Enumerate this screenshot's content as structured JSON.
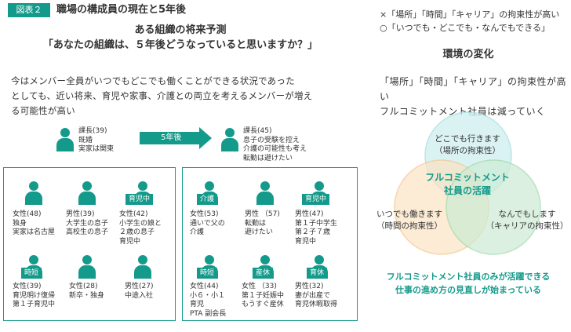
{
  "figure": {
    "badge": "図表２",
    "title": "職場の構成員の現在と5年後"
  },
  "subtitle": {
    "line1": "ある組織の将来予測",
    "line2": "「あなたの組織は、５年後どうなっていると思いますか？」"
  },
  "intro": {
    "line1": "今はメンバー全員がいつでもどこでも働くことができる状況であった",
    "line2": "としても、近い将来、育児や家事、介護との両立を考えるメンバーが増え",
    "line3": "る可能性が高い"
  },
  "transition": {
    "before": [
      "課長(39)",
      "既婚",
      "実家は関東"
    ],
    "arrow_label": "5年後",
    "after": [
      "課長(45)",
      "息子の受験を控え",
      "介護の可能性も考え",
      "転勤は避けたい"
    ]
  },
  "now_members": [
    {
      "tag": "",
      "lines": [
        "女性(48)",
        "独身",
        "実家は名古屋"
      ]
    },
    {
      "tag": "",
      "lines": [
        "男性(39)",
        "大学生の息子",
        "高校生の息子"
      ]
    },
    {
      "tag": "育児中",
      "lines": [
        "女性(42)",
        "小学生の娘と",
        "２歳の息子",
        "育児中"
      ]
    },
    {
      "tag": "時短",
      "lines": [
        "女性(39)",
        "育児明け復帰",
        "第１子育児中"
      ]
    },
    {
      "tag": "",
      "lines": [
        "女性(28)",
        "新卒・独身"
      ]
    },
    {
      "tag": "",
      "lines": [
        "男性(27)",
        "中途入社"
      ]
    }
  ],
  "future_members": [
    {
      "tag": "介護",
      "lines": [
        "女性(53)",
        "通いで父の",
        "介護"
      ]
    },
    {
      "tag": "",
      "lines": [
        "男性 （57)",
        "転勤は",
        "避けたい"
      ]
    },
    {
      "tag": "育児中",
      "lines": [
        "男性(47)",
        "第１子中学生",
        "第２子７歳",
        "育児中"
      ]
    },
    {
      "tag": "時短",
      "lines": [
        "女性(44)",
        "小６・小１",
        "育児",
        "PTA 副会長"
      ]
    },
    {
      "tag": "産休",
      "lines": [
        "女性 （33)",
        "第１子妊娠中",
        "もうすぐ産休"
      ]
    },
    {
      "tag": "育休",
      "lines": [
        "男性(32)",
        "妻が出産で",
        "育児休暇取得"
      ]
    }
  ],
  "legend": {
    "line1": "×「場所」「時間」「キャリア」の拘束性が高い",
    "line2": "○「いつでも・どこでも・なんでもできる」"
  },
  "right_heading": "環境の変化",
  "right_intro": {
    "line1": "「場所」「時間」「キャリア」の拘束性が高い",
    "line2": "フルコミットメント社員は減っていく"
  },
  "venn": {
    "top": [
      "どこでも行きます",
      "（場所の拘束性）"
    ],
    "left": [
      "いつでも働きます",
      "（時間の拘束性）"
    ],
    "right": [
      "なんでもします",
      "（キャリアの拘束性）"
    ],
    "center": [
      "フルコミットメント",
      "社員の活躍"
    ],
    "colors": {
      "top": "#cfeef0",
      "left": "#fbe3c4",
      "right": "#cdebd4",
      "outline_top": "#a6dde0",
      "outline_left": "#f3c58f",
      "outline_right": "#9fd8ab"
    }
  },
  "conclusion": {
    "line1": "フルコミットメント社員のみが活躍できる",
    "line2": "仕事の進め方の見直しが始まっている"
  },
  "colors": {
    "accent": "#149a8a"
  }
}
